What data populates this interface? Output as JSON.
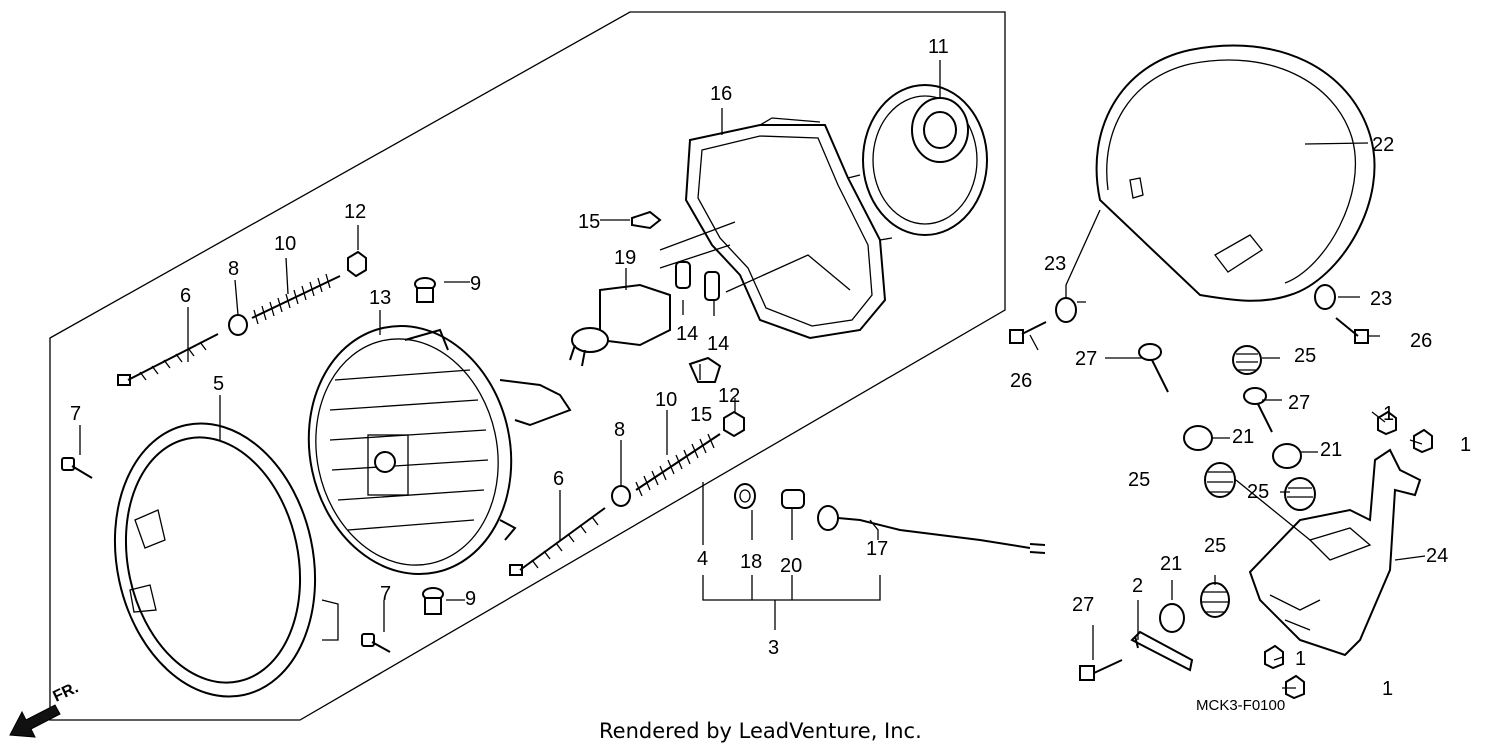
{
  "diagram": {
    "part_labels": [
      {
        "text": "1"
      },
      {
        "text": "1"
      },
      {
        "text": "1"
      },
      {
        "text": "1"
      },
      {
        "text": "2"
      },
      {
        "text": "3"
      },
      {
        "text": "4"
      },
      {
        "text": "5"
      },
      {
        "text": "6"
      },
      {
        "text": "6"
      },
      {
        "text": "7"
      },
      {
        "text": "7"
      },
      {
        "text": "8"
      },
      {
        "text": "8"
      },
      {
        "text": "9"
      },
      {
        "text": "9"
      },
      {
        "text": "10"
      },
      {
        "text": "10"
      },
      {
        "text": "11"
      },
      {
        "text": "12"
      },
      {
        "text": "12"
      },
      {
        "text": "13"
      },
      {
        "text": "14"
      },
      {
        "text": "14"
      },
      {
        "text": "15"
      },
      {
        "text": "15"
      },
      {
        "text": "16"
      },
      {
        "text": "17"
      },
      {
        "text": "18"
      },
      {
        "text": "19"
      },
      {
        "text": "20"
      },
      {
        "text": "21"
      },
      {
        "text": "21"
      },
      {
        "text": "21"
      },
      {
        "text": "22"
      },
      {
        "text": "23"
      },
      {
        "text": "23"
      },
      {
        "text": "24"
      },
      {
        "text": "25"
      },
      {
        "text": "25"
      },
      {
        "text": "25"
      },
      {
        "text": "25"
      },
      {
        "text": "26"
      },
      {
        "text": "26"
      },
      {
        "text": "27"
      },
      {
        "text": "27"
      },
      {
        "text": "27"
      }
    ],
    "diagram_code": "MCK3-F0100",
    "direction_label": "FR.",
    "credit": "Rendered by LeadVenture, Inc."
  }
}
